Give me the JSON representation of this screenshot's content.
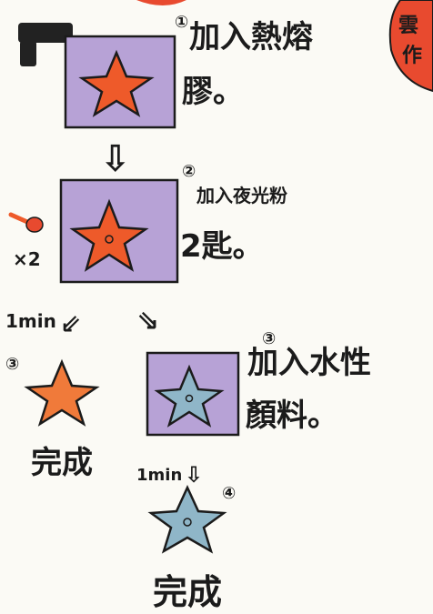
{
  "steps": {
    "s1": {
      "number": "①",
      "line1": "加入熱熔",
      "line2": "膠。"
    },
    "s2": {
      "number": "②",
      "line1": "加入夜光粉",
      "line2": "2匙。",
      "multiplier": "×2"
    },
    "s3a": {
      "number": "③",
      "caption": "完成"
    },
    "s3b": {
      "number": "③",
      "line1": "加入水性",
      "line2": "顏料。"
    },
    "s4": {
      "number": "④",
      "caption": "完成"
    }
  },
  "time_labels": {
    "left": "1min",
    "right": "1min"
  },
  "arrows": {
    "down": "⇩",
    "left_down": "⇙",
    "right_down": "⇘",
    "down_small": "⇩"
  },
  "colors": {
    "lavender": "#b7a2d6",
    "star_orange": "#ee5a2a",
    "star_light_orange": "#f07a3a",
    "star_blue": "#8fb6c8",
    "outline": "#1b1b1b",
    "heart_red": "#e84a2f"
  }
}
